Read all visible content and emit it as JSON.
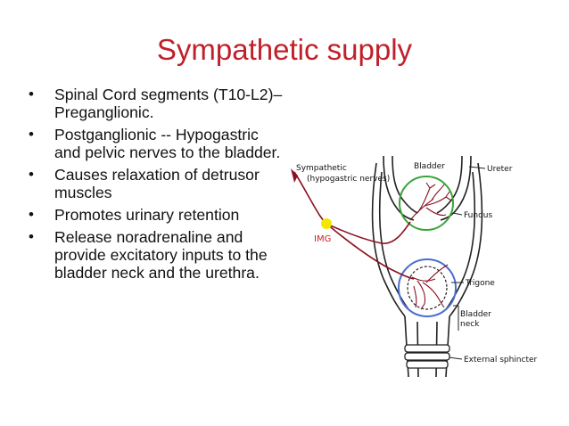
{
  "slide": {
    "title": "Sympathetic supply",
    "bullets": [
      "Spinal Cord segments (T10-L2)– Preganglionic.",
      "Postganglionic -- Hypogastric and pelvic nerves to the bladder.",
      "Causes relaxation of detrusor muscles",
      "Promotes urinary retention",
      "Release noradrenaline and provide excitatory inputs to the bladder neck and the urethra."
    ],
    "bullet_glyph": "•"
  },
  "diagram": {
    "labels": {
      "sympathetic_line1": "Sympathetic",
      "sympathetic_line2": "(hypogastric nerves)",
      "img": "IMG",
      "bladder": "Bladder",
      "ureter": "Ureter",
      "fundus": "Fundus",
      "trigone": "Trigone",
      "bladder_neck_line1": "Bladder",
      "bladder_neck_line2": "neck",
      "external_sphincter": "External sphincter"
    },
    "colors": {
      "title": "#c0202a",
      "nerve": "#8b1020",
      "ganglion": "#f5e600",
      "img_label": "#d02020",
      "fundus_circle": "#3aa33a",
      "neck_circle": "#4a6fd0",
      "outline": "#222222"
    }
  }
}
